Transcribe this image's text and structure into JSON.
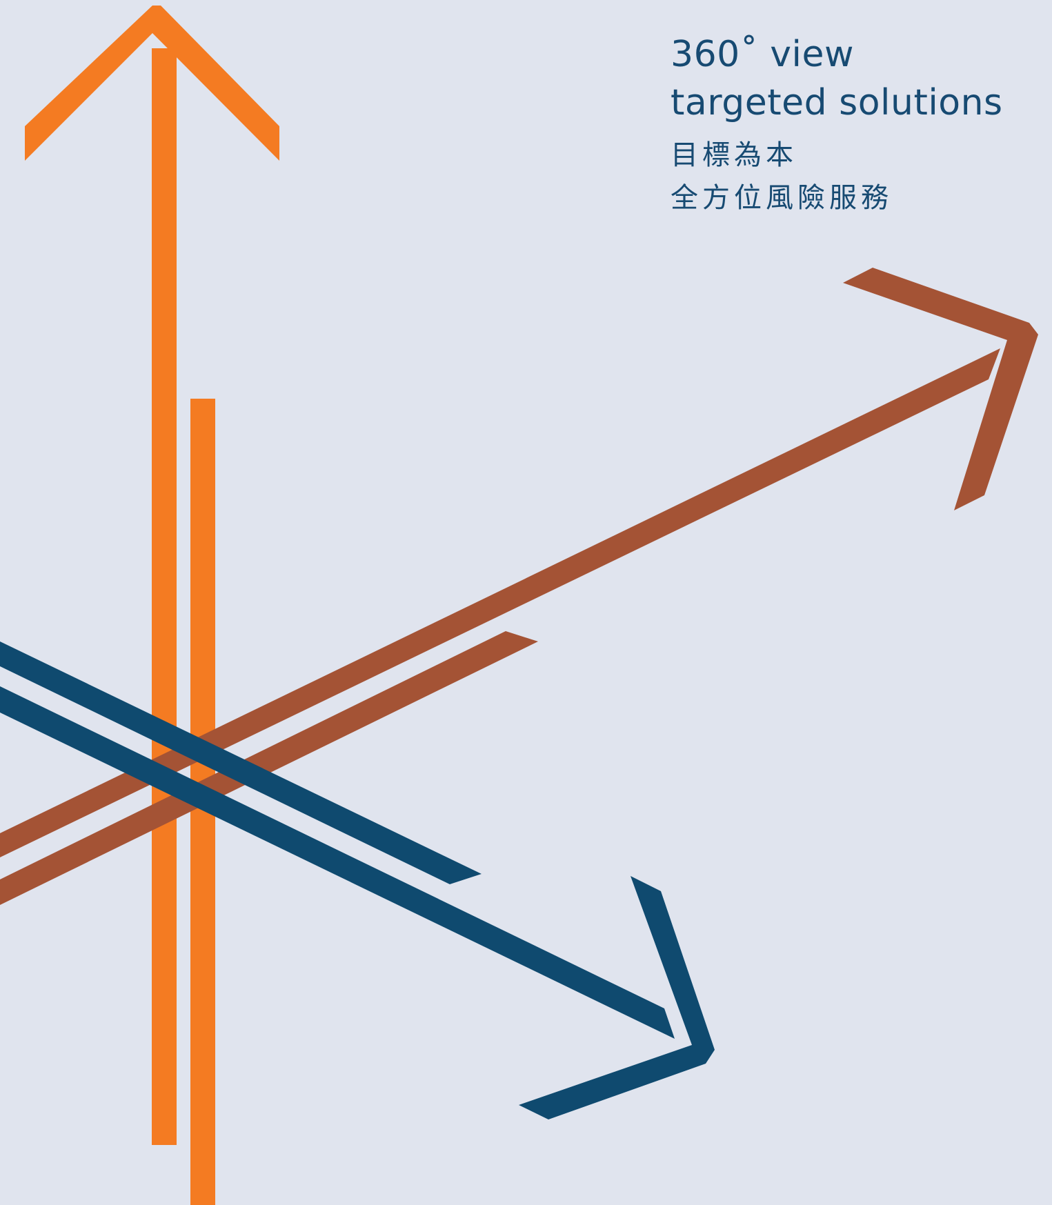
{
  "tagline": {
    "english": [
      "360˚ view",
      "targeted solutions"
    ],
    "chinese": [
      "目標為本",
      "全方位風險服務"
    ]
  },
  "colors": {
    "background": "#e0e4ee",
    "orange": "#f47b22",
    "rust": "#a45335",
    "navy": "#0f4a6f",
    "text": "#174a72"
  }
}
